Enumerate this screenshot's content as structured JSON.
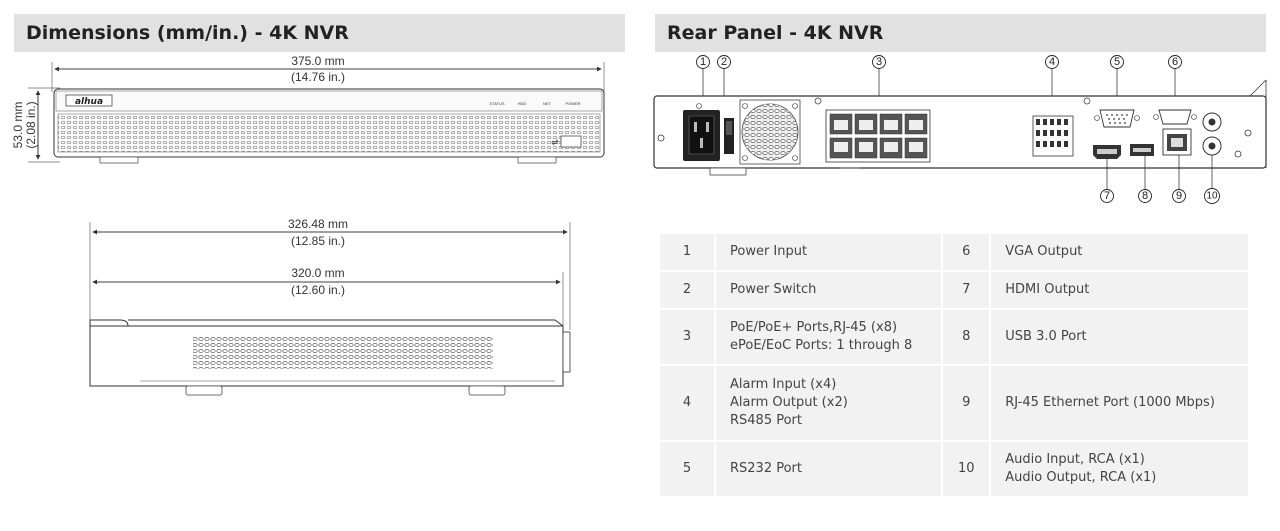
{
  "dimensions_section": {
    "title": "Dimensions (mm/in.) - 4K NVR",
    "front_width": {
      "mm": "375.0 mm",
      "in": "(14.76 in.)"
    },
    "height": {
      "mm": "53.0 mm",
      "in": "(2.08 in.)"
    },
    "side_overall": {
      "mm": "326.48 mm",
      "in": "(12.85 in.)"
    },
    "side_body": {
      "mm": "320.0 mm",
      "in": "(12.60 in.)"
    },
    "brand_logo": "alhua",
    "front_indicators": [
      "STATUS",
      "HDD",
      "NET",
      "POWER"
    ]
  },
  "rear_section": {
    "title": "Rear Panel - 4K NVR",
    "callouts_top": [
      "1",
      "2",
      "3",
      "4",
      "5",
      "6"
    ],
    "callouts_bottom": [
      "7",
      "8",
      "9",
      "10"
    ],
    "items": [
      {
        "num": "1",
        "lines": [
          "Power Input"
        ],
        "num2": "6",
        "lines2": [
          "VGA Output"
        ]
      },
      {
        "num": "2",
        "lines": [
          "Power Switch"
        ],
        "num2": "7",
        "lines2": [
          "HDMI Output"
        ]
      },
      {
        "num": "3",
        "lines": [
          "PoE/PoE+ Ports,RJ-45 (x8)",
          "ePoE/EoC Ports: 1 through 8"
        ],
        "num2": "8",
        "lines2": [
          "USB 3.0 Port"
        ]
      },
      {
        "num": "4",
        "lines": [
          "Alarm Input (x4)",
          "Alarm Output (x2)",
          "RS485 Port"
        ],
        "num2": "9",
        "lines2": [
          "RJ-45 Ethernet Port (1000 Mbps)"
        ]
      },
      {
        "num": "5",
        "lines": [
          "RS232 Port"
        ],
        "num2": "10",
        "lines2": [
          "Audio Input, RCA (x1)",
          "Audio Output, RCA (x1)"
        ]
      }
    ]
  }
}
